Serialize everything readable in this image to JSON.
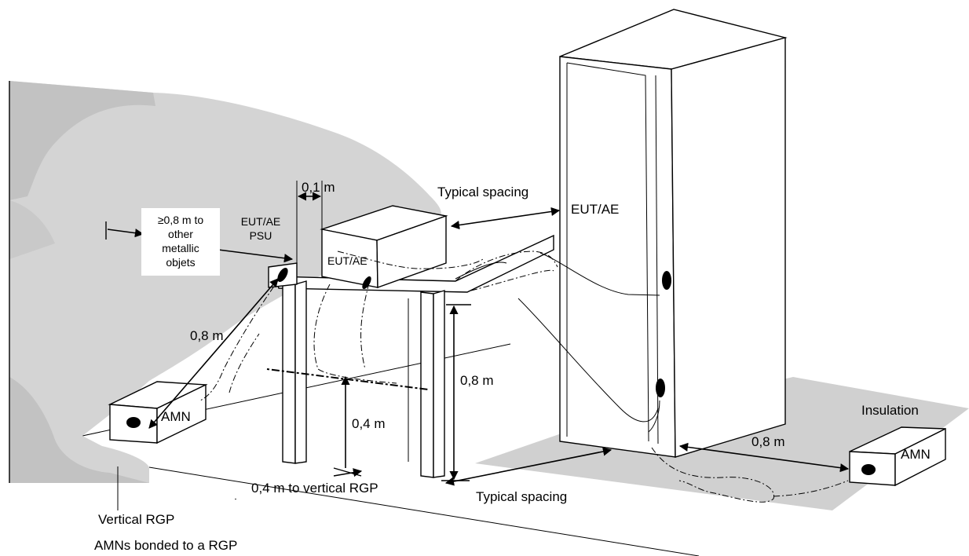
{
  "labels": {
    "spacing_01": "0,1 m",
    "typical_spacing_top": "Typical spacing",
    "eut_ae_cabinet": "EUT/AE",
    "other_objects": [
      "≥0,8 m to",
      "other",
      "metallic",
      "objets"
    ],
    "eut_ae_psu": [
      "EUT/AE",
      "PSU"
    ],
    "eut_ae_box": "EUT/AE",
    "dist_08_left": "0,8 m",
    "amn_left": "AMN",
    "table_height": "0,8 m",
    "cable_height": "0,4 m",
    "dist_04_vertical": "0,4 m to vertical RGP",
    "typical_spacing_bottom": "Typical spacing",
    "insulation": "Insulation",
    "dist_08_right": "0,8 m",
    "amn_right": "AMN",
    "vertical_rgp": "Vertical RGP",
    "amns_bonded": "AMNs bonded to a RGP"
  },
  "colors": {
    "wall_fill": "#d4d4d4",
    "wall_dark": "#c2c2c2",
    "insulation_fill": "#d0d0d0",
    "line": "#000000"
  }
}
